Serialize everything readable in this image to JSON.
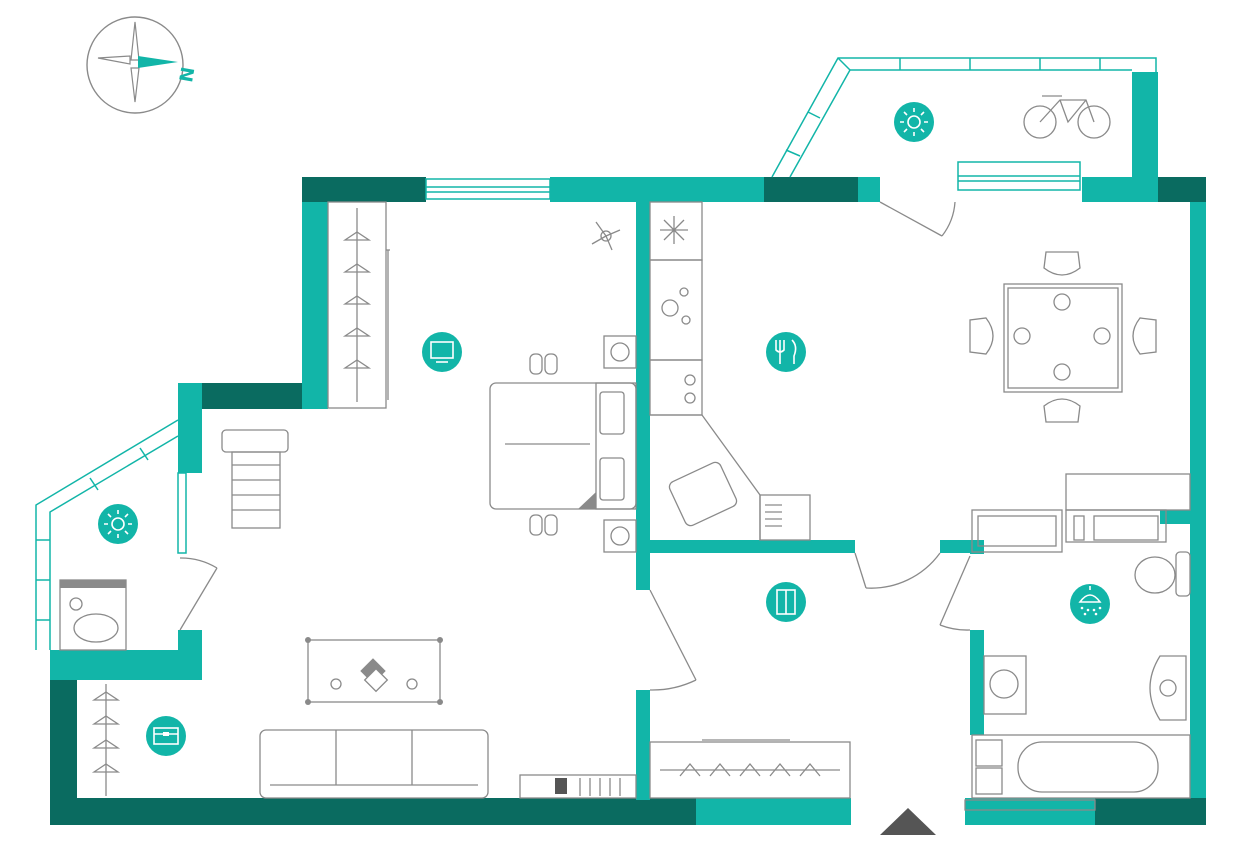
{
  "compass": {
    "north_label": "N",
    "accent_color": "#12b5a8",
    "ring_color": "#8a8a8a"
  },
  "colors": {
    "wall": "#12b5a8",
    "wall_dark": "#0a6b60",
    "furniture": "#8a8a8a",
    "background": "#ffffff"
  },
  "rooms": [
    {
      "id": "bedroom-living",
      "icon": "tv-icon"
    },
    {
      "id": "kitchen-dining",
      "icon": "fork-knife-icon"
    },
    {
      "id": "hallway",
      "icon": "wardrobe-icon"
    },
    {
      "id": "bathroom",
      "icon": "shower-icon"
    },
    {
      "id": "storage",
      "icon": "chest-icon"
    },
    {
      "id": "balcony-north",
      "icon": "sun-icon"
    },
    {
      "id": "balcony-west",
      "icon": "sun-icon"
    }
  ],
  "entrance": {
    "icon": "entrance-arrow-icon"
  }
}
